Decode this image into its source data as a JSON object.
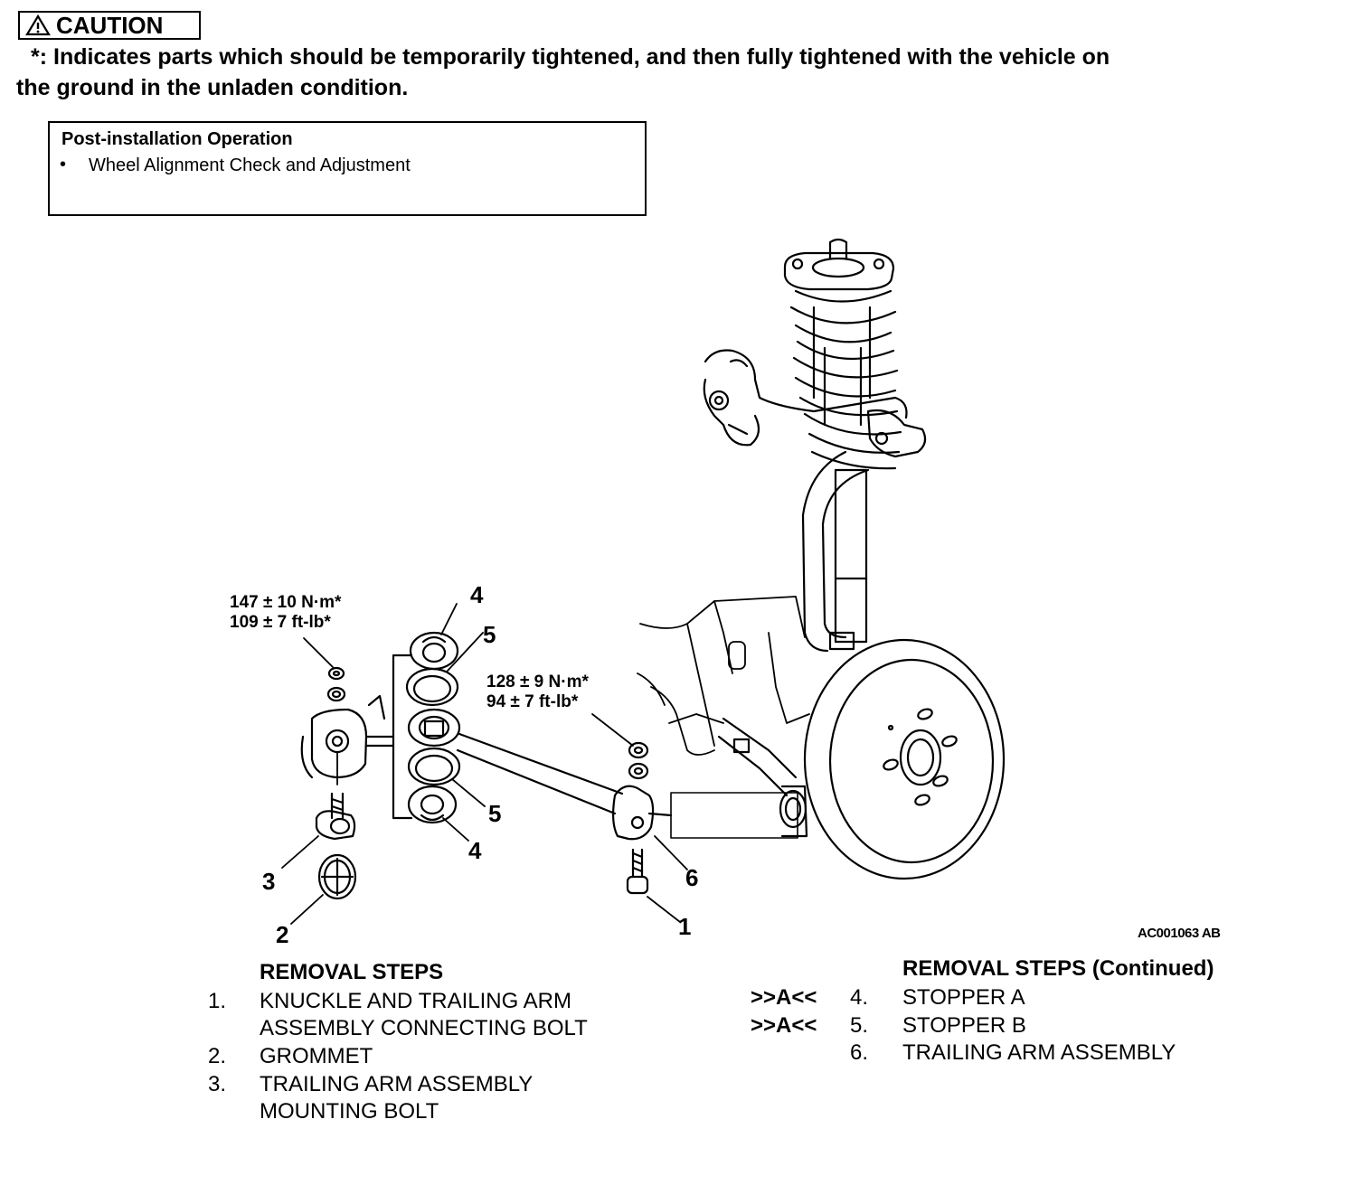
{
  "caution": {
    "title": "CAUTION",
    "line1": "*: Indicates parts which should be temporarily tightened, and then fully tightened with the vehicle on",
    "line2": "the ground in the unladen condition."
  },
  "post_installation": {
    "title": "Post-installation Operation",
    "bullet": "•",
    "items": [
      "Wheel Alignment Check and Adjustment"
    ]
  },
  "torque": {
    "mount_bolt": {
      "nm": "147 ± 10 N·m*",
      "ftlb": "109 ± 7 ft-lb*"
    },
    "connect_bolt": {
      "nm": "128 ± 9 N·m*",
      "ftlb": "94 ± 7 ft-lb*"
    }
  },
  "callouts": [
    "4",
    "5",
    "5",
    "4",
    "3",
    "2",
    "6",
    "1"
  ],
  "figure_code": "AC001063 AB",
  "removal_steps": {
    "heading": "REMOVAL STEPS",
    "heading_continued": "REMOVAL STEPS (Continued)",
    "marker": ">>A<<",
    "steps": [
      {
        "num": "1.",
        "lines": [
          "KNUCKLE AND TRAILING ARM",
          "ASSEMBLY CONNECTING BOLT"
        ]
      },
      {
        "num": "2.",
        "lines": [
          "GROMMET"
        ]
      },
      {
        "num": "3.",
        "lines": [
          "TRAILING ARM ASSEMBLY",
          "MOUNTING BOLT"
        ]
      },
      {
        "num": "4.",
        "lines": [
          "STOPPER A"
        ]
      },
      {
        "num": "5.",
        "lines": [
          "STOPPER B"
        ]
      },
      {
        "num": "6.",
        "lines": [
          "TRAILING ARM ASSEMBLY"
        ]
      }
    ]
  }
}
